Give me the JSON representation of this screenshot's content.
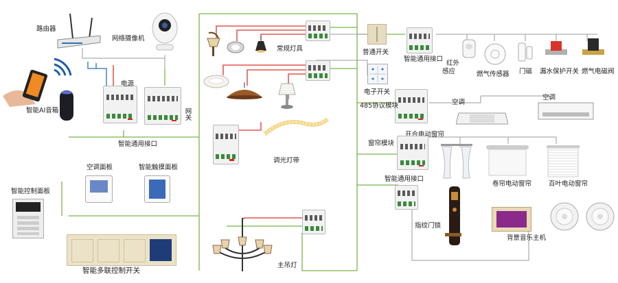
{
  "labels": {
    "router": "路由器",
    "camera": "网络摄像机",
    "power": "电源",
    "gateway": "网关",
    "ai_speaker": "智能AI音箱",
    "general_interface_1": "智能通用接口",
    "general_interface_2": "智能通用接口",
    "general_interface_3": "智能通用接口",
    "regular_lamps": "常规灯具",
    "normal_switch": "普通开关",
    "electronic_switch": "电子开关",
    "protocol_485": "485协议模块",
    "dimming_strip": "调光灯带",
    "ac_panel": "空调面板",
    "touch_panel": "智能触摸面板",
    "control_panel": "智能控制面板",
    "curtain_module": "窗帘模块",
    "open_close_curtain": "开合电动窗帘",
    "roller_curtain": "卷帘电动窗帘",
    "louver_curtain": "百叶电动窗帘",
    "infrared_line1": "红外",
    "infrared_line2": "感应",
    "gas_sensor": "燃气传感器",
    "door_magnet": "门磁",
    "leak_switch": "漏水保护开关",
    "gas_valve": "燃气电磁阀",
    "aircon_1": "空调",
    "aircon_2": "空调",
    "fingerprint_lock": "指纹门锁",
    "bg_music": "背景音乐主机",
    "chandelier": "主吊灯",
    "multi_switch": "智能多联控制开关"
  },
  "colors": {
    "bus_wire": "#7ab34a",
    "power_wire": "#d9342b",
    "data_wire": "#2c6fb7",
    "device_wire": "#9a9a9a",
    "module_led": "#dd2222"
  }
}
